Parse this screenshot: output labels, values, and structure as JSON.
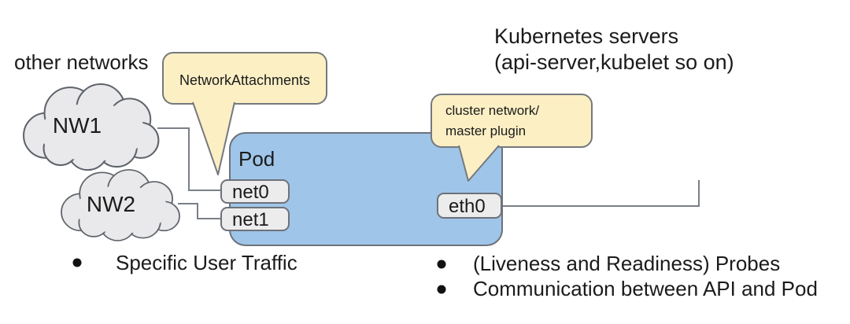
{
  "labels": {
    "other_networks": "other networks",
    "kubernetes_servers_line1": "Kubernetes servers",
    "kubernetes_servers_line2": "(api-server,kubelet so on)"
  },
  "clouds": [
    {
      "name": "NW1"
    },
    {
      "name": "NW2"
    }
  ],
  "pod": {
    "title": "Pod",
    "interfaces": [
      {
        "name": "net0"
      },
      {
        "name": "net1"
      },
      {
        "name": "eth0"
      }
    ]
  },
  "callouts": {
    "network_attachments": "NetworkAttachments",
    "cluster_network_line1": "cluster network/",
    "cluster_network_line2": "master plugin"
  },
  "bullets": {
    "left": [
      "Specific User Traffic"
    ],
    "right": [
      "(Liveness and Readiness) Probes",
      "Communication between API and Pod"
    ]
  },
  "colors": {
    "pod_fill": "#9fc5e8",
    "callout_fill": "#fcefc4",
    "cloud_fill": "#e9e9eb",
    "interface_fill": "#ececec",
    "outline": "#6d727a",
    "connector": "#7a7f87",
    "text": "#1b1b1b",
    "background": "#ffffff"
  }
}
